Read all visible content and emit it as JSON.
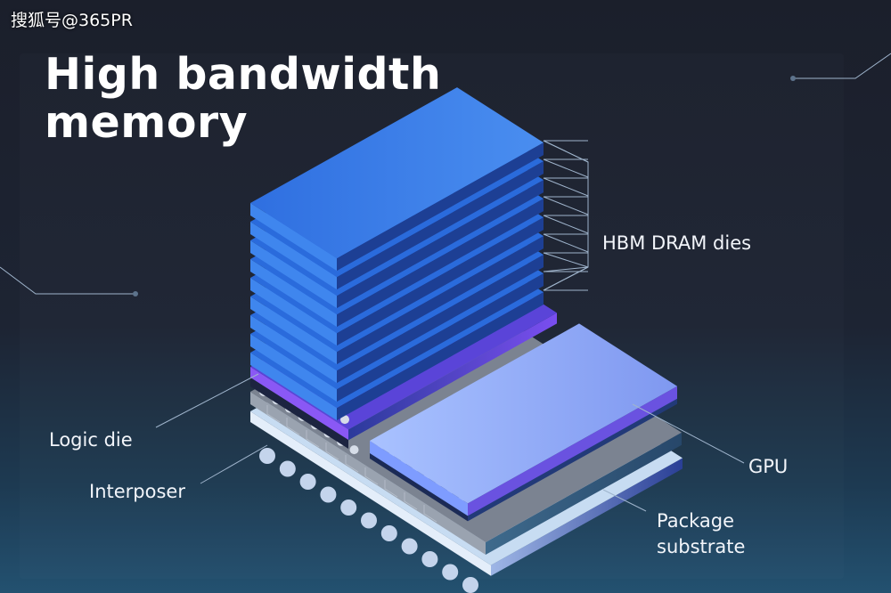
{
  "watermark": "搜狐号@365PR",
  "title": {
    "line1": "High bandwidth",
    "line2": "memory"
  },
  "labels": {
    "dram": "HBM DRAM dies",
    "logic": "Logic die",
    "interposer": "Interposer",
    "gpu": "GPU",
    "package_line1": "Package",
    "package_line2": "substrate"
  },
  "dram_die_count": 9,
  "colors": {
    "dram": "#3b7de6",
    "logic": "#7a4ef0",
    "gpu": "#9bb3fb",
    "interposer": "#7d8594",
    "substrate": "#c6daf0"
  }
}
